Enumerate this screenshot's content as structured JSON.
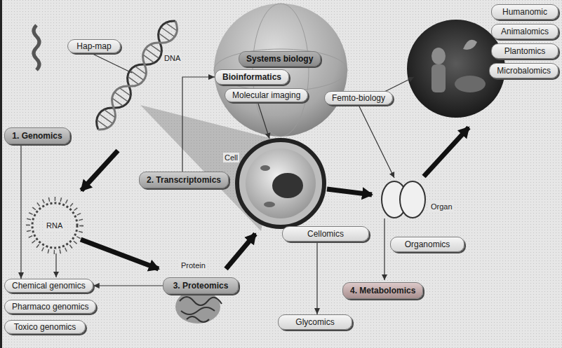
{
  "diagram": {
    "nodes": [
      {
        "text": [
          "Hap-map"
        ]
      },
      {
        "text": [
          "Humanomic"
        ]
      },
      {
        "text": [
          "Animalomics"
        ]
      },
      {
        "text": [
          "Plantomics"
        ]
      },
      {
        "text": [
          "Microbalomics"
        ]
      },
      {
        "text": [
          "Systems biology"
        ]
      },
      {
        "text": [
          "Bioinformatics"
        ]
      },
      {
        "text": [
          "Molecular imaging"
        ]
      },
      {
        "text": [
          "Femto-biology"
        ]
      },
      {
        "text": [
          "1. Genomics"
        ]
      },
      {
        "text": [
          "2. Transcriptomics"
        ]
      },
      {
        "text": [
          "Cellomics"
        ]
      },
      {
        "text": [
          "Organomics"
        ]
      },
      {
        "text": [
          "Chemical genomics"
        ]
      },
      {
        "text": [
          "3. Proteomics"
        ]
      },
      {
        "text": [
          "4. Metabolomics"
        ]
      },
      {
        "text": [
          "Pharmaco genomics"
        ]
      },
      {
        "text": [
          "Toxico genomics"
        ]
      },
      {
        "text": [
          "Glycomics"
        ]
      }
    ],
    "edges": [
      {
        "from": 9,
        "to": 13,
        "arrow": "to"
      },
      {
        "from": 10,
        "to": 6,
        "arrow": "to"
      },
      {
        "from": 14,
        "to": 13,
        "arrow": "to"
      },
      {
        "from": 11,
        "to": 18,
        "arrow": "to"
      }
    ],
    "labels": [
      "DNA",
      "Cell",
      "Organ",
      "RNA",
      "Protein"
    ]
  }
}
